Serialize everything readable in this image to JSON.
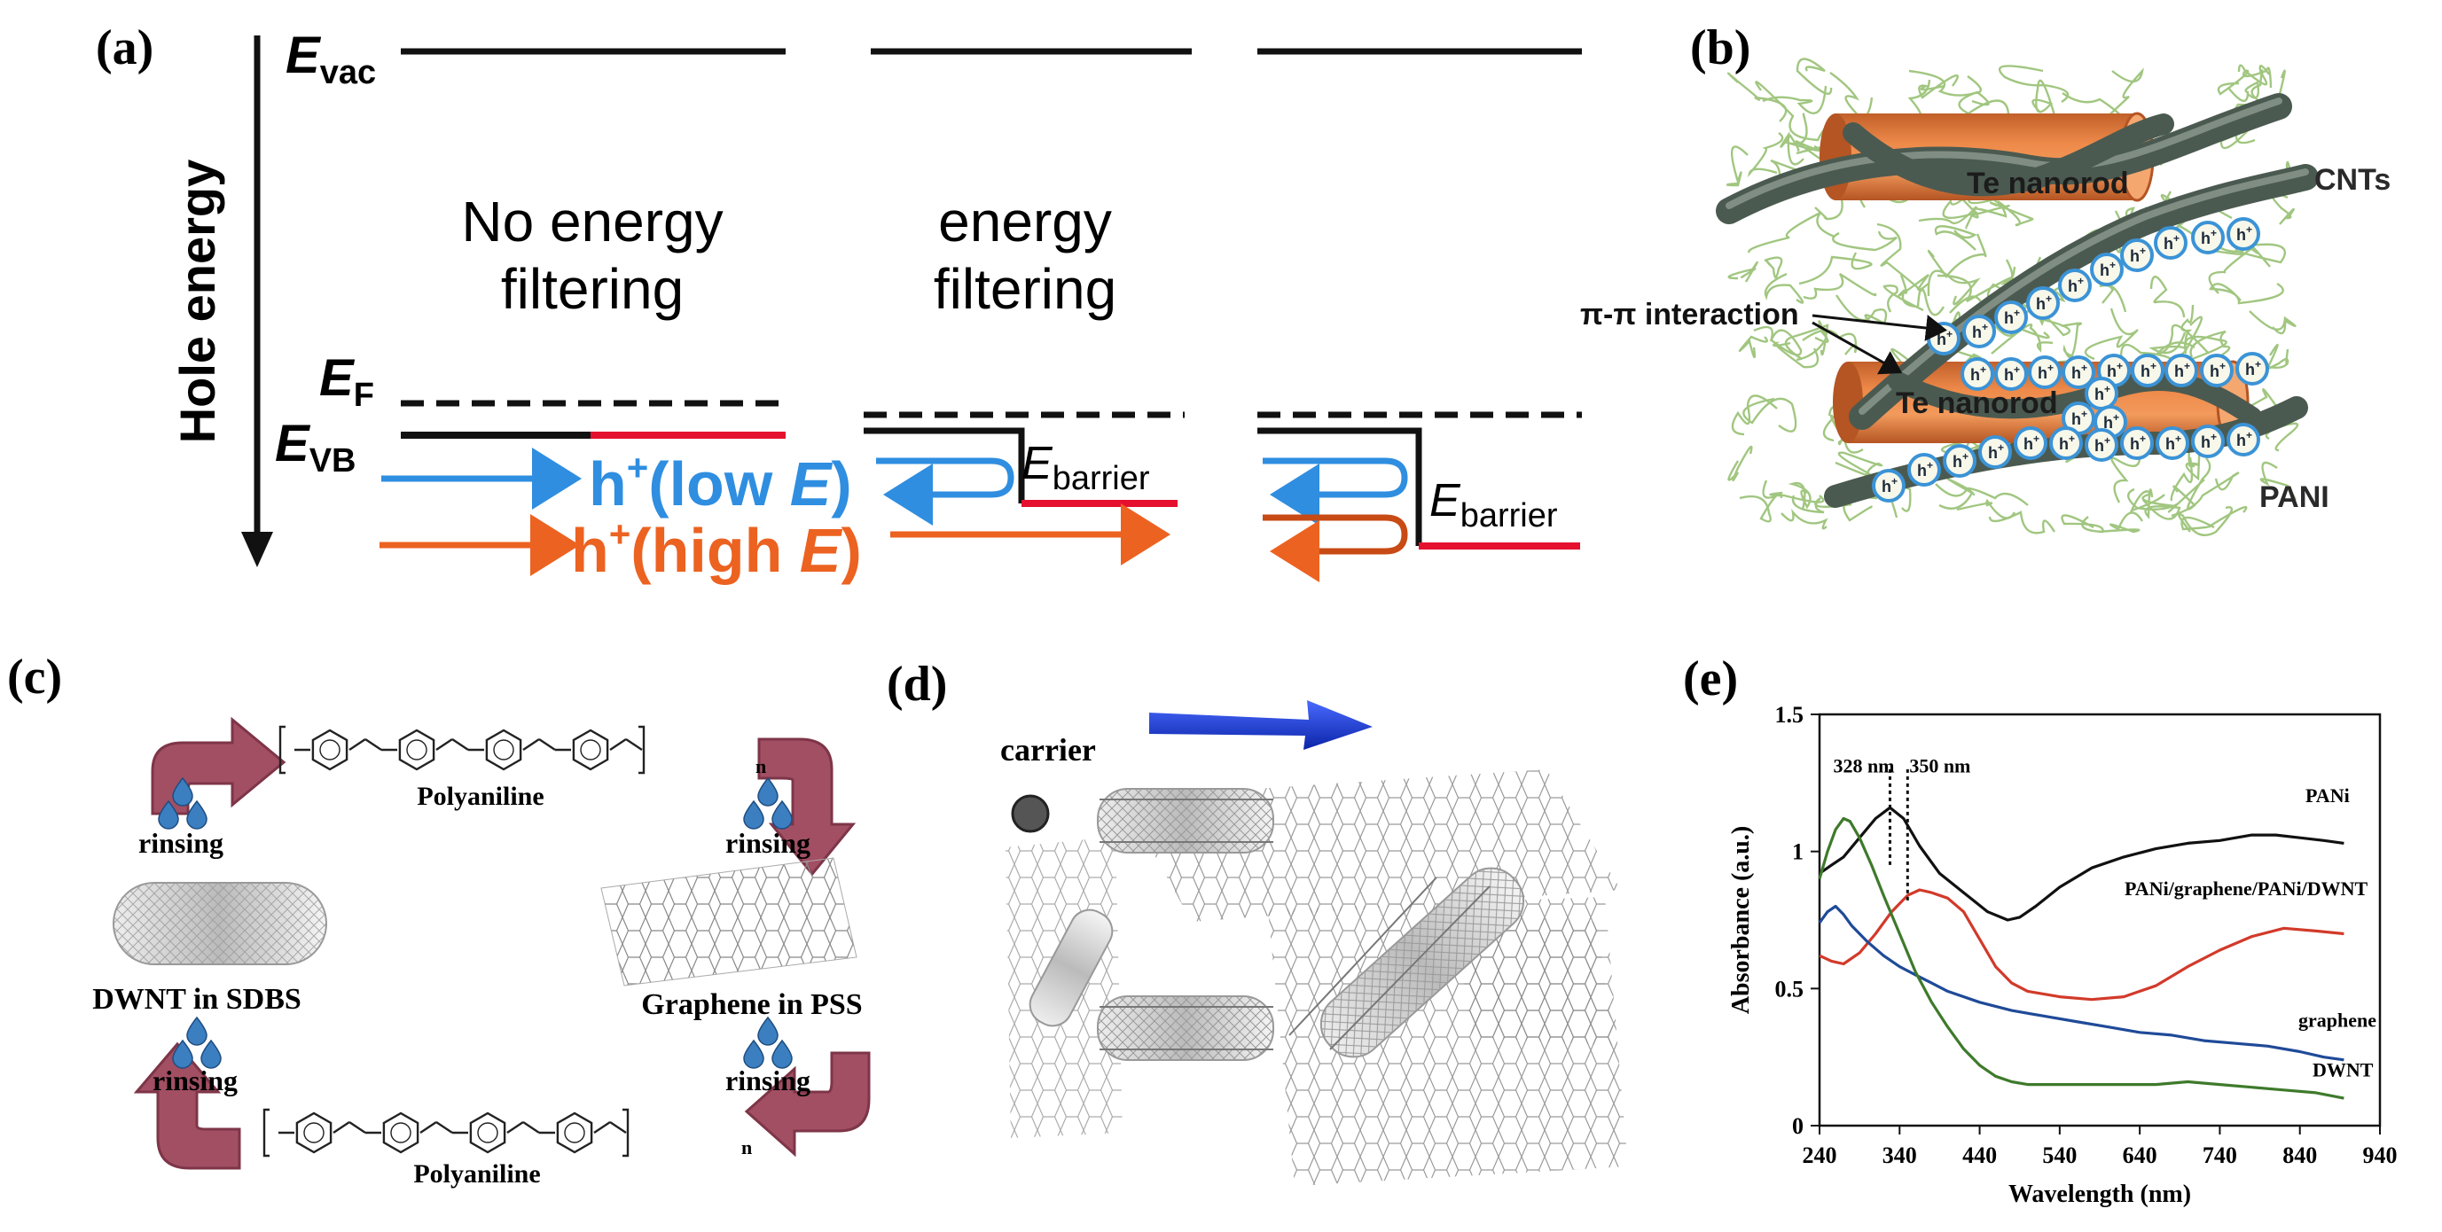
{
  "panels": {
    "a": {
      "label": "(a)",
      "axis_label": "Hole energy",
      "levels": {
        "evac_main": "E",
        "evac_sub": "vac",
        "ef_main": "E",
        "ef_sub": "F",
        "evb_main": "E",
        "evb_sub": "VB"
      },
      "caption_left_1": "No energy",
      "caption_left_2": "filtering",
      "caption_mid_1": "energy",
      "caption_mid_2": "filtering",
      "low_prefix": "h",
      "low_sup": "+",
      "low_text": "(low ",
      "low_e": "E",
      "low_close": ")",
      "high_prefix": "h",
      "high_sup": "+",
      "high_text": "(high ",
      "high_e": "E",
      "high_close": ")",
      "barrier_main": "E",
      "barrier_sub": "barrier",
      "colors": {
        "blue": "#2f8ee0",
        "orange": "#ec6220",
        "red": "#e4102e",
        "black": "#111111"
      }
    },
    "b": {
      "label": "(b)",
      "te_label_1": "Te nanorod",
      "te_label_2": "Te nanorod",
      "cnt_label": "CNTs",
      "pi_label": "π-π interaction",
      "pani_label": "PANI",
      "hole_main": "h",
      "hole_sup": "+",
      "colors": {
        "rod": "#ee8a4a",
        "rod_dark": "#c2602a",
        "fiber": "#9cc47a",
        "tube": "#4b5a50",
        "hole": "#3b93d6"
      }
    },
    "c": {
      "label": "(c)",
      "polymer_top": "Polyaniline",
      "polymer_bottom": "Polyaniline",
      "rinsing_1": "rinsing",
      "rinsing_2": "rinsing",
      "rinsing_3": "rinsing",
      "rinsing_4": "rinsing",
      "dwnt_label": "DWNT in SDBS",
      "graphene_label": "Graphene in PSS",
      "subscript_n": "n",
      "colors": {
        "arrow": "#a24f63",
        "arrow_light": "#e9c6cf",
        "drop": "#3b7fc1"
      }
    },
    "d": {
      "label": "(d)",
      "carrier_label": "carrier",
      "colors": {
        "arrow": "#1534d8",
        "dot": "#555555"
      }
    },
    "e": {
      "label": "(e)",
      "chart_data": {
        "type": "line",
        "xlabel": "Wavelength (nm)",
        "ylabel": "Absorbance (a.u.)",
        "xlim": [
          240,
          940
        ],
        "ylim": [
          0,
          1.5
        ],
        "xticks": [
          240,
          340,
          440,
          540,
          640,
          740,
          840,
          940
        ],
        "yticks": [
          0,
          0.5,
          1,
          1.5
        ],
        "annotations": [
          "328 nm",
          "350 nm"
        ],
        "annotation_x": [
          328,
          350
        ],
        "series": [
          {
            "name": "PANi",
            "color": "#111111",
            "x": [
              240,
              255,
              270,
              290,
              310,
              328,
              345,
              365,
              390,
              420,
              450,
              475,
              490,
              510,
              540,
              580,
              620,
              660,
              700,
              740,
              780,
              810,
              840,
              870,
              895
            ],
            "y": [
              0.92,
              0.95,
              0.98,
              1.05,
              1.12,
              1.16,
              1.12,
              1.02,
              0.92,
              0.85,
              0.78,
              0.75,
              0.76,
              0.8,
              0.87,
              0.94,
              0.98,
              1.01,
              1.03,
              1.04,
              1.06,
              1.06,
              1.05,
              1.04,
              1.03
            ]
          },
          {
            "name": "PANi/graphene/PANi/DWNT",
            "color": "#d23a2a",
            "x": [
              240,
              255,
              270,
              290,
              310,
              330,
              350,
              365,
              380,
              400,
              420,
              440,
              460,
              480,
              500,
              540,
              580,
              620,
              660,
              700,
              740,
              780,
              820,
              860,
              895
            ],
            "y": [
              0.62,
              0.6,
              0.59,
              0.63,
              0.7,
              0.78,
              0.84,
              0.86,
              0.85,
              0.83,
              0.78,
              0.68,
              0.58,
              0.52,
              0.49,
              0.47,
              0.46,
              0.47,
              0.51,
              0.58,
              0.64,
              0.69,
              0.72,
              0.71,
              0.7
            ]
          },
          {
            "name": "graphene",
            "color": "#1f4a98",
            "x": [
              240,
              250,
              260,
              270,
              280,
              300,
              320,
              340,
              360,
              380,
              400,
              440,
              480,
              520,
              560,
              600,
              640,
              680,
              720,
              760,
              800,
              840,
              870,
              895
            ],
            "y": [
              0.74,
              0.78,
              0.8,
              0.77,
              0.73,
              0.67,
              0.62,
              0.58,
              0.55,
              0.52,
              0.49,
              0.45,
              0.42,
              0.4,
              0.38,
              0.36,
              0.34,
              0.33,
              0.31,
              0.3,
              0.29,
              0.27,
              0.25,
              0.24
            ]
          },
          {
            "name": "DWNT",
            "color": "#3e7a2b",
            "x": [
              240,
              250,
              260,
              270,
              278,
              290,
              305,
              320,
              340,
              360,
              380,
              400,
              420,
              440,
              460,
              480,
              500,
              540,
              580,
              620,
              660,
              700,
              740,
              780,
              820,
              860,
              895
            ],
            "y": [
              0.9,
              1.0,
              1.08,
              1.12,
              1.11,
              1.05,
              0.95,
              0.84,
              0.7,
              0.56,
              0.45,
              0.36,
              0.28,
              0.22,
              0.18,
              0.16,
              0.15,
              0.15,
              0.15,
              0.15,
              0.15,
              0.16,
              0.15,
              0.14,
              0.13,
              0.12,
              0.1
            ]
          }
        ]
      }
    }
  }
}
